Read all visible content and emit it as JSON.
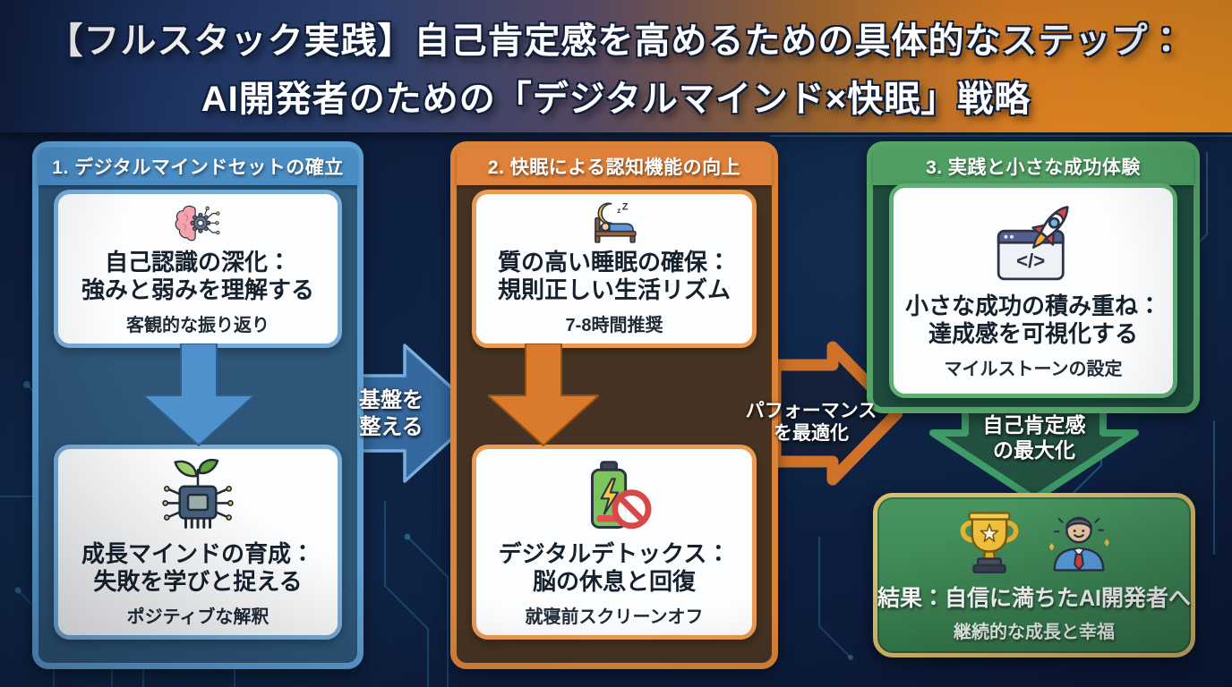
{
  "header": {
    "title_line1": "【フルスタック実践】自己肯定感を高めるための具体的なステップ：",
    "title_line2": "AI開発者のための「デジタルマインド×快眠」戦略"
  },
  "columns": [
    {
      "header": "1. デジタルマインドセットの確立",
      "accent_color": "#4a8cc4",
      "body_color": "#2d5679",
      "cards": [
        {
          "icon": "brain-circuit-icon",
          "title_line1": "自己認識の深化：",
          "title_line2": "強みと弱みを理解する",
          "subtitle": "客観的な振り返り"
        },
        {
          "icon": "chip-sprout-icon",
          "title_line1": "成長マインドの育成：",
          "title_line2": "失敗を学びと捉える",
          "subtitle": "ポジティブな解釈"
        }
      ]
    },
    {
      "header": "2. 快眠による認知機能の向上",
      "accent_color": "#e0813a",
      "body_color": "#463323",
      "cards": [
        {
          "icon": "moon-sleep-icon",
          "title_line1": "質の高い睡眠の確保：",
          "title_line2": "規則正しい生活リズム",
          "subtitle": "7-8時間推奨"
        },
        {
          "icon": "battery-detox-icon",
          "title_line1": "デジタルデトックス：",
          "title_line2": "脳の休息と回復",
          "subtitle": "就寝前スクリーンオフ"
        }
      ]
    },
    {
      "header": "3. 実践と小さな成功体験",
      "accent_color": "#4f9f63",
      "body_color": "#1d4b3e",
      "cards": [
        {
          "icon": "rocket-code-icon",
          "title_line1": "小さな成功の積み重ね：",
          "title_line2": "達成感を可視化する",
          "subtitle": "マイルストーンの設定"
        }
      ]
    }
  ],
  "arrows": {
    "between_col1_col2": {
      "line1": "基盤を",
      "line2": "整える",
      "color": "#35689e"
    },
    "between_col2_col3": {
      "line1": "パフォーマンス",
      "line2": "を最適化",
      "color": "#cf7229"
    },
    "col3_to_result": {
      "line1": "自己肯定感",
      "line2": "の最大化",
      "color": "#3f9c68"
    }
  },
  "result_card": {
    "icons": [
      "trophy-icon",
      "developer-icon"
    ],
    "title": "結果：自信に満ちたAI開発者へ",
    "subtitle": "継続的な成長と幸福",
    "background_color": "#3d8a57",
    "border_color": "#d9bd6b"
  }
}
